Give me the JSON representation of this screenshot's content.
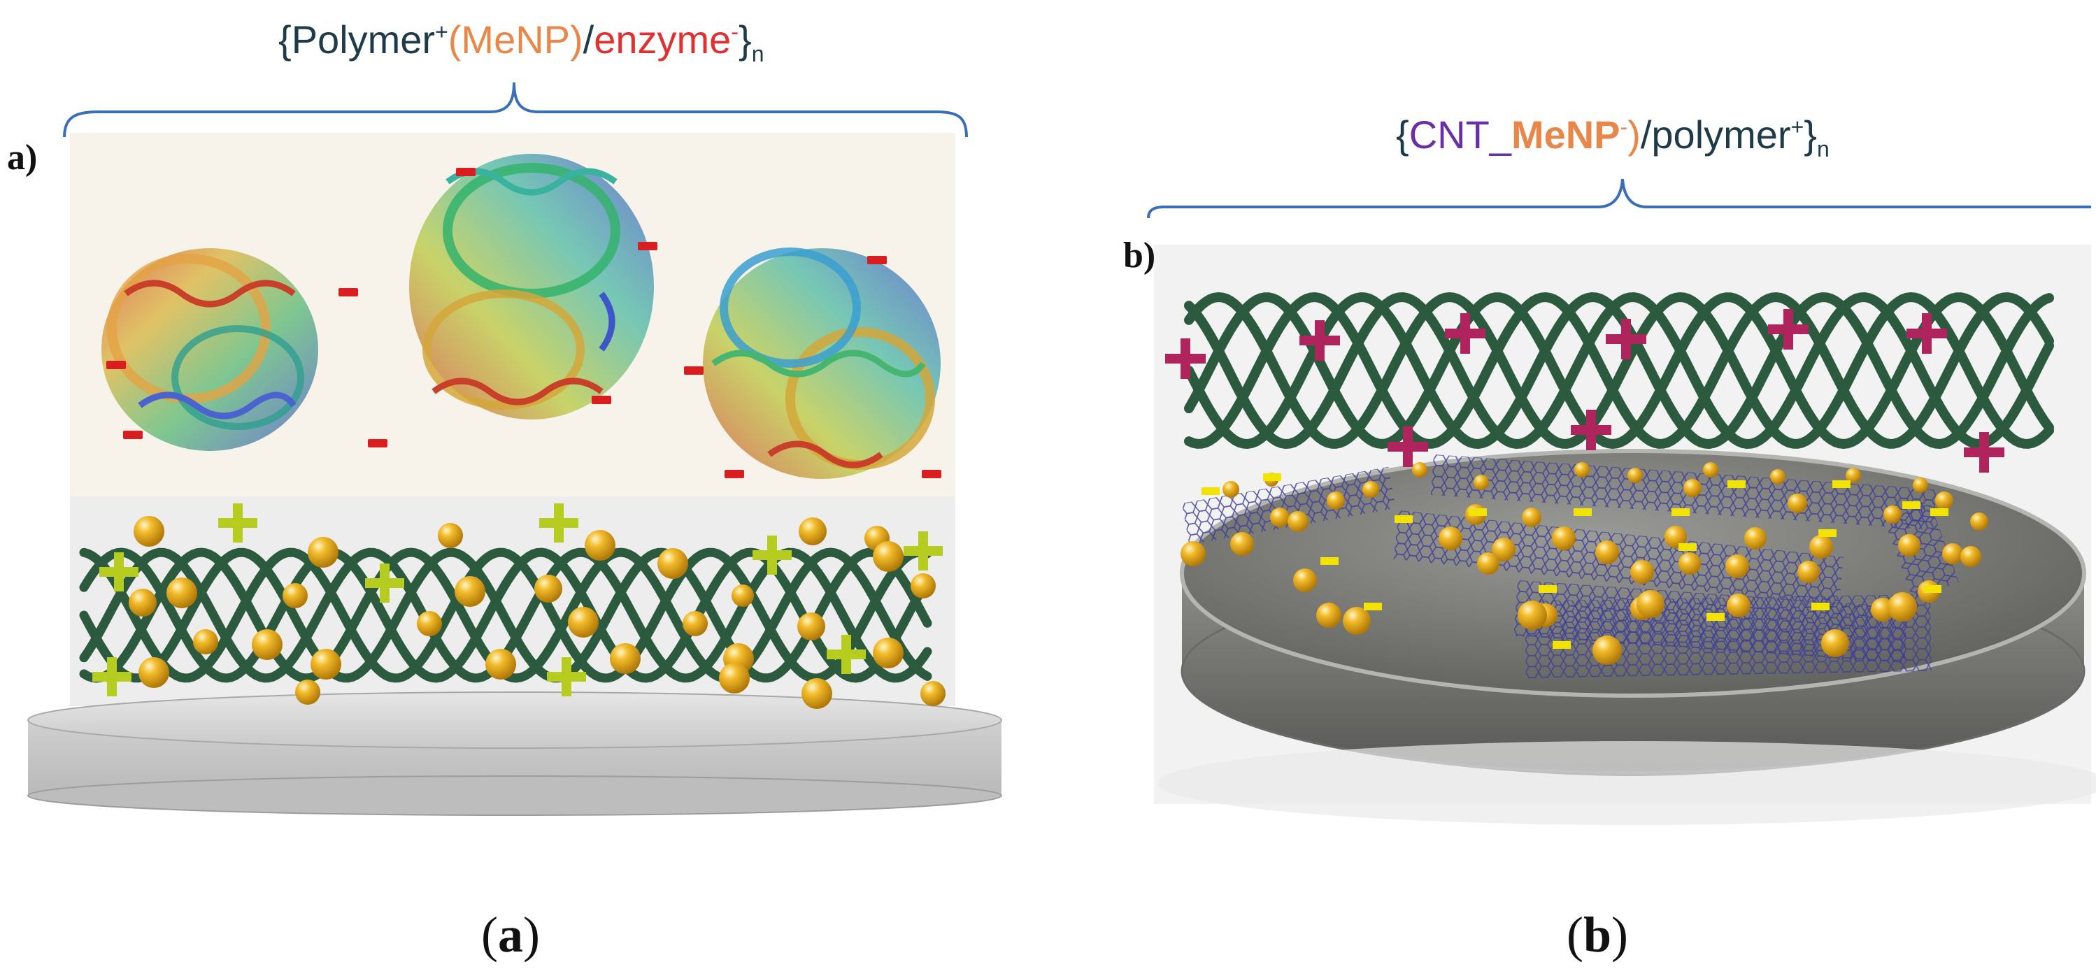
{
  "panel_a": {
    "formula": {
      "open": "{",
      "polymer": "Polymer",
      "polymer_sup": "+",
      "menp": "(MeNP)",
      "slash": "/",
      "enzyme": "enzyme",
      "enzyme_sup": "-",
      "close": "}",
      "sub": "n"
    },
    "letter": "a)",
    "caption_open": "(",
    "caption_letter": "a",
    "caption_close": ")"
  },
  "panel_b": {
    "formula": {
      "open": "{",
      "cnt": "CNT_",
      "menp": "MeNP",
      "menp_sup": "-",
      "paren": ")",
      "slash": "/polymer",
      "polymer_sup": "+",
      "close": "}",
      "sub": "n"
    },
    "letter": "b)",
    "caption_open": "(",
    "caption_letter": "b",
    "caption_close": ")"
  },
  "colors": {
    "bracket": "#3a6fb8",
    "polymer_text": "#1f3b4a",
    "menp_text": "#e8874a",
    "enzyme_text": "#e03030",
    "cnt_text": "#6a2ea8",
    "helix": "#2c5a3e",
    "nanoparticle": "#e6a512",
    "plus_a": "#b6cc1e",
    "plus_b": "#b0245e",
    "minus_a": "#d81e1e",
    "minus_b": "#f2e400",
    "substrate_a": "#d4d4d4",
    "substrate_b": "#7a7a78",
    "nanotube": "#3c3c9a"
  }
}
